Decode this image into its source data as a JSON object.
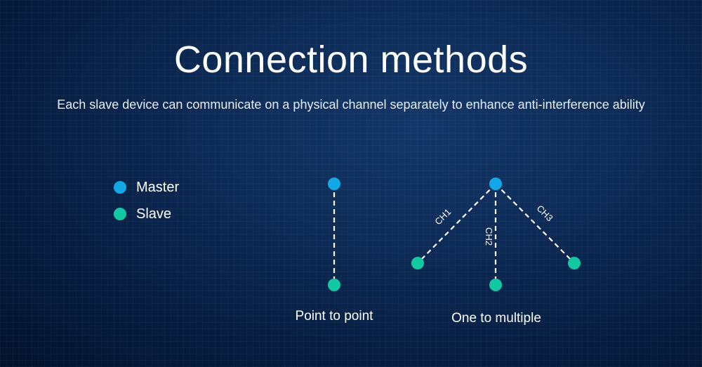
{
  "title": "Connection methods",
  "subtitle": "Each slave device can communicate on a physical channel separately to enhance anti-interference ability",
  "legend": {
    "items": [
      {
        "label": "Master",
        "color": "#12a8e8"
      },
      {
        "label": "Slave",
        "color": "#13c9a3"
      }
    ]
  },
  "diagrams": {
    "point_to_point": {
      "caption": "Point to point"
    },
    "one_to_multiple": {
      "caption": "One to multiple",
      "channels": [
        "CH1",
        "CH2",
        "CH3"
      ]
    }
  },
  "colors": {
    "master": "#12a8e8",
    "slave": "#13c9a3",
    "line": "#ffffff"
  }
}
